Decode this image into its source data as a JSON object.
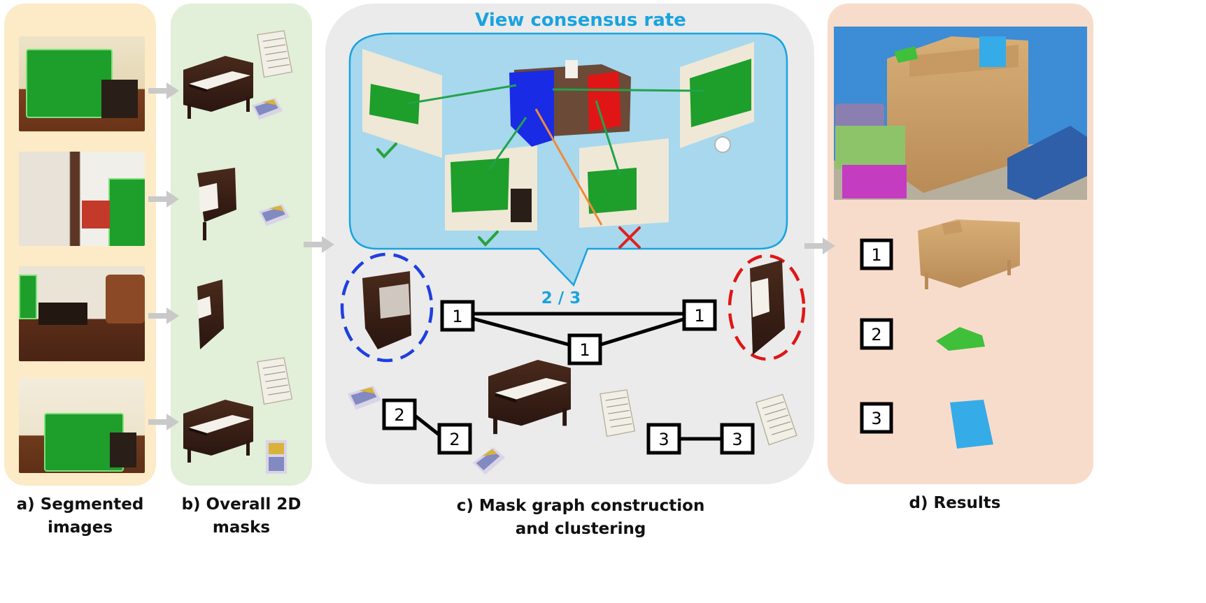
{
  "colors": {
    "panel_a": "#FCEBC6",
    "panel_b": "#E2EFD9",
    "panel_c": "#EBEBEB",
    "panel_d": "#F8DCCB",
    "bubble": "#A7D8EE",
    "bubble_border": "#1AA3DE",
    "accent_text": "#1AA3DE",
    "mask_green": "#1E9E2A",
    "edge_green": "#22A34A",
    "edge_orange": "#F08A3C",
    "check_green": "#27A33A",
    "cross_red": "#E02020",
    "circle_blue": "#1E3FE0",
    "circle_red": "#E01616",
    "arrow_gray": "#C9C9C9",
    "result_tan": "#C79A63",
    "result_green": "#3FBF3A",
    "result_blue": "#35ABE8"
  },
  "captions": {
    "a": [
      "a) Segmented",
      "images"
    ],
    "b": [
      "b) Overall 2D",
      "masks"
    ],
    "c": [
      "c) Mask graph construction",
      "and clustering"
    ],
    "d": [
      "d) Results"
    ]
  },
  "bubble": {
    "title": "View consensus rate",
    "view_status": [
      "check",
      "check",
      "cross",
      "unvisited"
    ]
  },
  "graph": {
    "consensus_label": "2 / 3",
    "nodes": [
      "1",
      "1",
      "1",
      "2",
      "2",
      "3",
      "3"
    ]
  },
  "results": {
    "labels": [
      "1",
      "2",
      "3"
    ],
    "icons": [
      "piano-icon",
      "bag-icon",
      "book-icon"
    ]
  }
}
